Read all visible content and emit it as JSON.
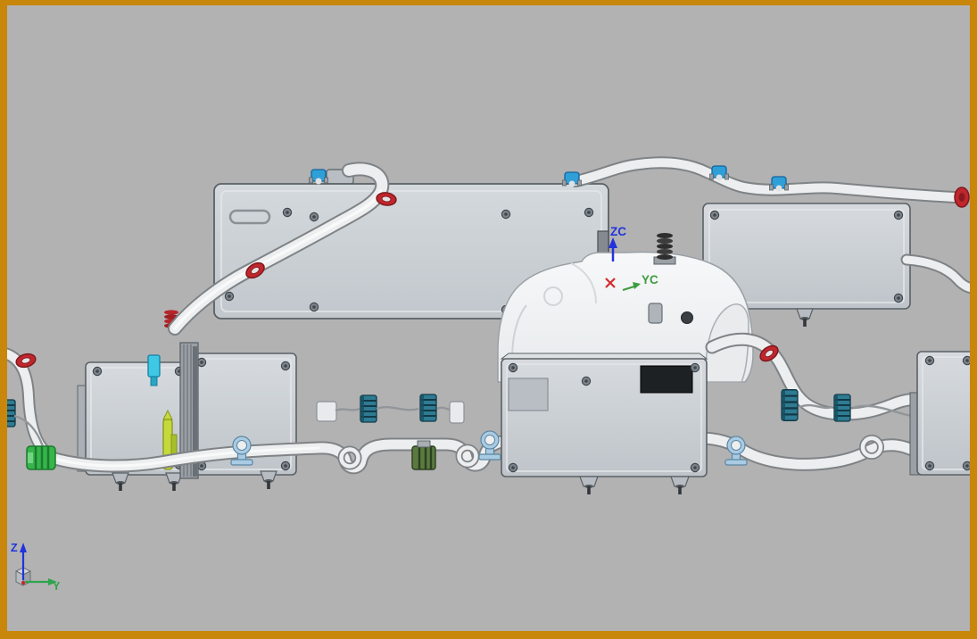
{
  "viewport": {
    "type_label": "3D CAD assembly viewport",
    "background_color": "#B2B2B2",
    "frame_color": "#C8860A"
  },
  "wcs_marker": {
    "z_label": "ZC",
    "y_label": "YC",
    "z_color": "#2233DD",
    "y_color": "#3E9C3E",
    "x_marker_color": "#D42A2E"
  },
  "triad": {
    "z_label": "Z",
    "y_label": "Y",
    "z_color": "#2233DD",
    "y_color": "#2FA44C"
  },
  "palette": {
    "enclosure_fill": "#C9CED3",
    "enclosure_stroke": "#5A6166",
    "tube_fill": "#ECEEEF",
    "tube_outline": "#7F8386",
    "housing_white": "#F4F5F6",
    "clamp_red": "#C0272D",
    "clip_blue": "#2F9FD8",
    "connector_green": "#35B54A",
    "connector_olive": "#5A7A3F",
    "connector_teal": "#2E7B92",
    "connector_cyan": "#3FC8E6",
    "connector_yellow_green": "#C6D93C",
    "saddle_light_blue": "#A9CBE3"
  }
}
